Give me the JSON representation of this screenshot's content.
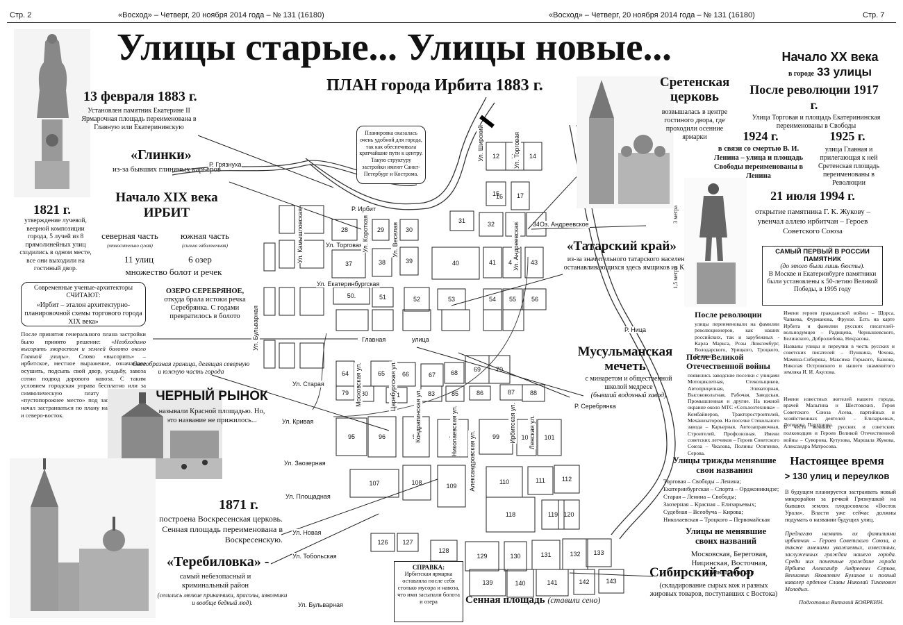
{
  "header": {
    "left_page": "Стр. 2",
    "left_masthead": "«Восход» – Четверг, 20 ноября 2014 года – № 131 (16180)",
    "right_masthead": "«Восход» – Четверг, 20 ноября 2014 года – № 131 (16180)",
    "right_page": "Стр. 7"
  },
  "headline": "Улицы старые... Улицы новые...",
  "map_title": "ПЛАН города Ирбита 1883 г.",
  "blocks": {
    "y1883_title": "13 февраля 1883 г.",
    "y1883_text": "Установлен памятник Екатерине II Ярмарочная площадь переименована в Главную или Екатерининскую",
    "glinki_title": "«Глинки»",
    "glinki_text": "из-за бывших глиняных карьеров",
    "xix_title": "Начало XIX века",
    "xix_sub": "ИРБИТ",
    "north": "северная часть",
    "north_note": "(относительно сухая)",
    "south": "южная часть",
    "south_note": "(сильно заболоченная)",
    "streets11": "11 улиц",
    "lakes6": "6 озер",
    "swamps": "множество болот и речек",
    "y1821_title": "1821 г.",
    "y1821_text": "утверждение лучевой, веерной композиции города, 5 лучей из 8 прямолинейных улиц сходились в одном месте, все они выходили на гостиный двор.",
    "architects_head": "Современные ученые-архитекторы СЧИТАЮТ:",
    "architects_text": "«Ирбит – эталон архитектурно-планировочной схемы торгового города XIX века»",
    "decision_text": "После принятия генерального плана застройки было принято решение:",
    "decision_quote": "«Необходимо высорить хворостом и землей болото около Главной улицы».",
    "decision_rest": "Слово «высорить» – ирбитское, местное выражение, означавшее осушить, подсыпь свой двор, усадьбу, завоза сотни подвод дарового навоза. С таким условием городская управа бесплатно или за символическую плату выделяла «пустопорожнее место» под застройку. Город начал застраиваться по плану на юг, юго-запад и северо-восток.",
    "lake_title": "ОЗЕРО СЕРЕБРЯНОЕ,",
    "lake_text": "откуда брала истоки речка Серебрянка. С годами превратилось в болото",
    "border_text": "Своеобразная граница, делящая северную и южную часть города",
    "market_title": "ЧЕРНЫЙ РЫНОК",
    "market_text": "называли Красной площадью. Но, это название не прижилось...",
    "y1871_title": "1871 г.",
    "y1871_text": "построена Воскресенская церковь. Сенная площадь переименована в Воскресенскую.",
    "terebilovka_title": "«Теребиловка» -",
    "terebilovka_text": "самый небезопасный и криминальный район",
    "terebilovka_note": "(селились мелкие приказчики, прасолы, извозчики и вообще бедный люд).",
    "layout_note": "Планировка оказалась очень удобной для города, так как обеспечивала кратчайшие пути к центру. Такую структуру застройки имеют Санкт-Петербург и Кострома.",
    "spravka_head": "СПРАВКА:",
    "spravka_text": "Ирбитская ярмарка оставляла после себя столько мусора и навоза, что ими засыпали болота и озера",
    "sennaya": "Сенная площадь",
    "sennaya_note": "(ставили сено)",
    "sretensk_title": "Сретенская церковь",
    "sretensk_text": "возвышалась в центре гостиного двора, где проходили осенние ярмарки",
    "tatar_title": "«Татарский край»",
    "tatar_text": "из-за значительного татарского населения и останавливающихся здесь ямщиков из Казани",
    "mosque_title": "Мусульманская мечеть",
    "mosque_text": "с минаретом и общественной школой медресе",
    "mosque_note": "(бывший водочный завод)",
    "sib_title": "Сибирский табор",
    "sib_text": "(складирование сырых кож и разных жировых товаров, поступавших с Востока)"
  },
  "right": {
    "xx_title": "Начало XX века",
    "xx_sub": "в городе",
    "xx_count": "33 улицы",
    "rev_title": "После революции 1917 г.",
    "rev_text": "Улица Торговая и площадь Екатерининская переименованы в Свободы",
    "y1924_title": "1924 г.",
    "y1924_text": "в связи со смертью В. И. Ленина – улица и площадь Свободы переименованы в Ленина",
    "y1925_title": "1925 г.",
    "y1925_text": "улица Главная и прилегающая к ней Сретенская площадь переименованы в Революции",
    "y1994_title": "21 июля 1994 г.",
    "y1994_text": "открытие памятника Г. К. Жукову – увенчал аллею ирбитчан – Героев Советского Союза",
    "first_title": "САМЫЙ ПЕРВЫЙ В РОССИИ ПАМЯТНИК",
    "first_note": "(до этого были лишь бюсты).",
    "first_text": "В Москве и Екатеринбурге памятники были установлены к 50-летию Великой Победы, в 1995 году",
    "h3m": "3 метра",
    "h15m": "1,5 метра",
    "after_rev_head": "После революции",
    "after_rev_text": "улицы переименовали на фамилии революционеров, как наших российских, так и зарубежных - Карла Маркса, Розы Люксембург, Володарского, Урицкого, Троцкого, Ленина.",
    "after_war_head": "После Великой Отечественной войны",
    "after_war_text": "появились заводские поселки с улицами Мотоциклетная, Стекольщиков, Автоприцепная, Элеваторная, Высоковольтная, Рабочая, Заводская, Промышленная и другие. На южной окраине около МТС «Сельхозтехника» – Комбайнеров, Тракторостроителей, Механизаторов. На поселке Стекольного завода – Карьерная, Автозаправочная, Строителей, Профсоюзная. Имени советских летчиков – Героев Советского Союза – Чкалова, Полины Осипенко, Серова.",
    "heroes_text": "Имени героев гражданской войны – Щорса, Чапаева, Фурманова, Фрунзе. Есть на карте Ирбита и фамилии русских писателей-вольнодумцев – Радищева, Чернышевского, Белинского, Добролюбова, Некрасова.",
    "writers_text": "Названы улицы и переулки в честь русских и советских писателей – Пушкина, Чехова, Мамина-Сибиряка, Максима Горького, Бажова, Николая Островского и нашего знаменитого земляка И. И. Акулова.",
    "names_text": "Имени известных жителей нашего города, врачей Мальгина и Шестовских, Героя Советского Союза Асева, партийных и хозяйственных деятелей – Елизарьевых, Логинова, Пархунова.",
    "generals_text": "В честь великих русских и советских полководцев и Героев Великой Отечественной войны – Суворова, Кутузова, Маршала Жукова, Александра Матросова.",
    "thrice_head": "Улицы трижды менявшие свои названия",
    "thrice_list": [
      "Торговая – Свободы – Ленина;",
      "Екатеринбургская – Спорта – Орджоникидзе;",
      "Старая – Ленина – Свободы;",
      "Заозерная – Красная – Елизарьевых;",
      "Судебная – Всеобуча – Кирова;",
      "Николаевская – Троцкого – Первомайская"
    ],
    "never_head": "Улицы не менявшие своих названий",
    "never_text": "Московская, Береговая, Ницинская, Восточная, Камышловская",
    "now_head": "Настоящее время",
    "now_count": "> 130 улиц и переулков",
    "future_text": "В будущем планируется застраивать новый микрорайон за речкой Грязнушкой на бывших землях плодосовхоза «Восток Урала». Власти уже сейчас должны подумать о названии будущих улиц.",
    "proposal_text": "Предлагаю назвать их фамилиями ирбитчан – Героев Советского Союза, а также именами уважаемых, известных, заслуженных граждан нашего города. Среди них почетные граждане города Ирбита Александр Андреевич Серков, Вениамин Яковлевич Буланов и полный кавалер орденов Славы Николай Тихонович Молодых.",
    "author": "Подготовил Виталий БОЯРКИН."
  },
  "streets": {
    "torgovaya": "Ул. Торговая",
    "ekaterinburg": "Ул. Екатеринбургская",
    "glavnaya": "Главная",
    "ulitsa": "улица",
    "staraya": "Ул. Старая",
    "krivaya": "Ул. Кривая",
    "zaozernaya": "Ул. Заозерная",
    "ploshchadnaya": "Ул. Площадная",
    "novaya": "Ул. Новая",
    "tobolskaya": "Ул. Тобольская",
    "bulvarnaya_s": "Ул. Бульварная",
    "bulvarnaya_v": "Ул. Бульварная",
    "kamyshlovskaya": "Ул. Камышловская",
    "korotkaya": "Ул. Короткая",
    "veselaya": "Ул. Веселая",
    "shiroky": "Ул. Широкий",
    "torgovaya_v": "Ул. Торговая",
    "andreevskaya": "Ул. Андреевская",
    "moskovskaya": "Московская ул.",
    "tsareburg": "Царебургская ул.",
    "kondratinskaya": "Кондратинская ул.",
    "nikolaevskaya": "Николаевская ул.",
    "aleksandrovskaya": "Александровская ул.",
    "irbitskaya": "Ирбитская ул.",
    "lenskaya": "Ленская ул.",
    "gryaznukha": "Р. Грязнуха",
    "irbit_river": "Р. Ирбит",
    "nitsa": "Р. Ница",
    "serebryanka": "Р. Серебрянка",
    "andreevskoe": "Оз. Андреевское"
  },
  "map_numbers": [
    "12",
    "13",
    "14",
    "15",
    "16",
    "17",
    "28",
    "29",
    "30",
    "31",
    "32",
    "33",
    "34",
    "37",
    "38",
    "39",
    "40",
    "41",
    "42",
    "43",
    "50.",
    "51",
    "52",
    "53",
    "54",
    "55",
    "56",
    "64",
    "65",
    "66",
    "67",
    "68",
    "69",
    "70",
    "79",
    "80",
    "81",
    "83",
    "85",
    "86",
    "87",
    "88",
    "95",
    "96",
    "97",
    "98",
    "99",
    "100",
    "101",
    "107",
    "108",
    "109",
    "110",
    "111",
    "112",
    "118",
    "119",
    "120",
    "126",
    "127",
    "128",
    "129",
    "130",
    "131",
    "132",
    "133",
    "139",
    "140",
    "141",
    "142",
    "143"
  ]
}
